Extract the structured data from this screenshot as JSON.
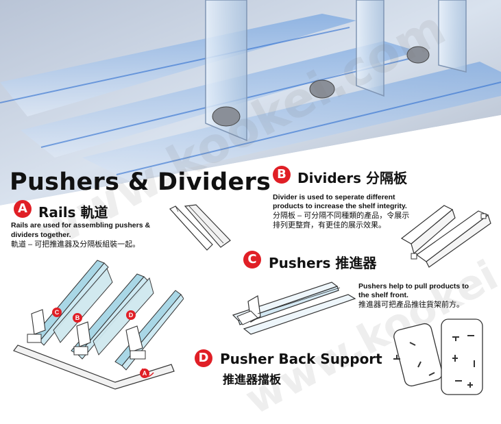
{
  "title": "Pushers & Dividers",
  "watermark": "www.kookei.com",
  "sections": {
    "a": {
      "letter": "A",
      "heading": "Rails 軌道",
      "desc_en_1": "Rails are used for assembling pushers &",
      "desc_en_2": "dividers together.",
      "desc_zh": "軌道 – 可把推進器及分隔板組裝一起。"
    },
    "b": {
      "letter": "B",
      "heading": "Dividers 分隔板",
      "desc_en_1": "Divider is used to seperate different",
      "desc_en_2": "products to increase the shelf integrity.",
      "desc_zh_1": "分隔板 – 可分隔不同種類的產品，令展示",
      "desc_zh_2": "排列更整齊，有更佳的展示效果。"
    },
    "c": {
      "letter": "C",
      "heading": "Pushers 推進器",
      "desc_en_1": "Pushers help to pull products to",
      "desc_en_2": "the shelf front.",
      "desc_zh": "推進器可把產品推往貨架前方。"
    },
    "d": {
      "letter": "D",
      "heading_1": "Pusher Back Support",
      "heading_2": "推進器擋板"
    }
  },
  "diagram_labels": {
    "c": "C",
    "b": "B",
    "d": "D",
    "a": "A"
  },
  "colors": {
    "accent_red": "#e01f26",
    "acrylic_blue": "#9fd4e6",
    "outline": "#333333"
  }
}
